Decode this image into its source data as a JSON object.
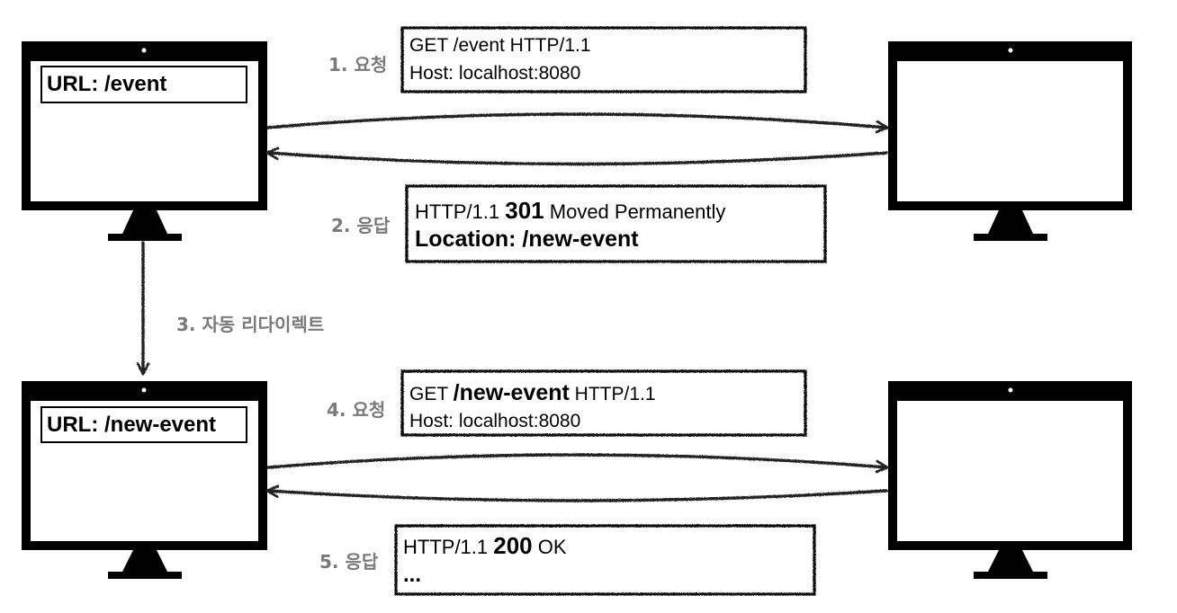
{
  "steps": {
    "s1": "1. 요청",
    "s2": "2. 응답",
    "s3": "3. 자동 리다이렉트",
    "s4": "4. 요청",
    "s5": "5. 응답"
  },
  "client_top": {
    "url_label": "URL: /event"
  },
  "client_bottom": {
    "url_label": "URL: /new-event"
  },
  "request1": {
    "line1": "GET /event HTTP/1.1",
    "line2": "Host: localhost:8080"
  },
  "response1": {
    "line1_prefix": "HTTP/1.1 ",
    "line1_code": "301",
    "line1_suffix": " Moved Permanently",
    "line2": "Location: /new-event"
  },
  "request2": {
    "line1_prefix": "GET ",
    "line1_path": "/new-event",
    "line1_suffix": " HTTP/1.1",
    "line2": "Host: localhost:8080"
  },
  "response2": {
    "line1_prefix": "HTTP/1.1 ",
    "line1_code": "200",
    "line1_suffix": " OK",
    "line2": "..."
  }
}
